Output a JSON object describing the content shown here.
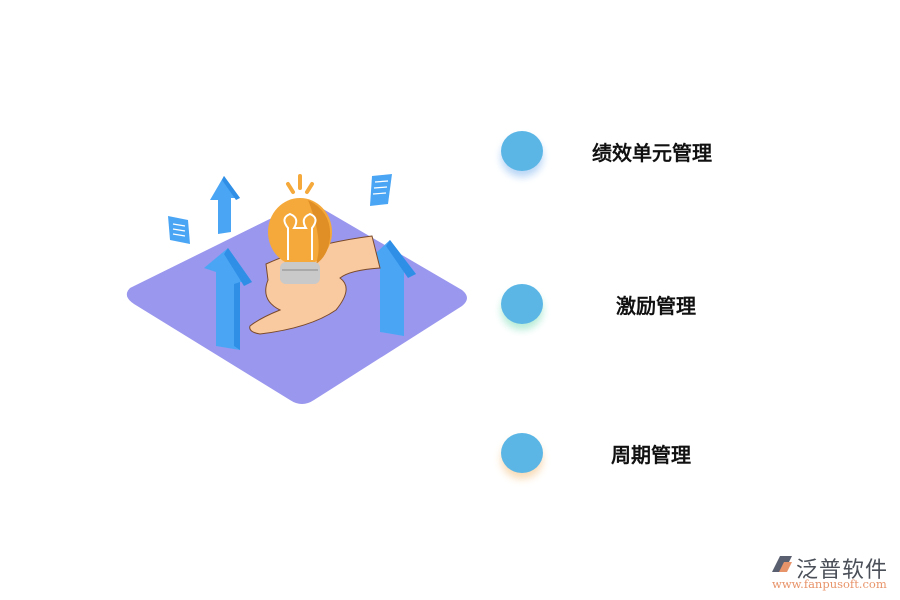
{
  "items": [
    {
      "label": "绩效单元管理",
      "icon": "circle-dot",
      "glow": "#b9d6f6"
    },
    {
      "label": "激励管理",
      "icon": "circle-dot",
      "glow": "#b7ecd8"
    },
    {
      "label": "周期管理",
      "icon": "circle-dot",
      "glow": "#f8dcb8"
    }
  ],
  "illustration": {
    "subject": "hand-holding-lightbulb-with-up-arrows",
    "colors": {
      "platform": "#9a97ee",
      "arrow": "#4aa6f5",
      "bulb": "#f5a93a",
      "hand": "#f9c9a0",
      "base": "#c9c9c9"
    }
  },
  "watermark": {
    "name": "泛普软件",
    "url": "www.fanpusoft.com"
  },
  "colors": {
    "dot": "#5bb6e6",
    "text": "#111111"
  }
}
